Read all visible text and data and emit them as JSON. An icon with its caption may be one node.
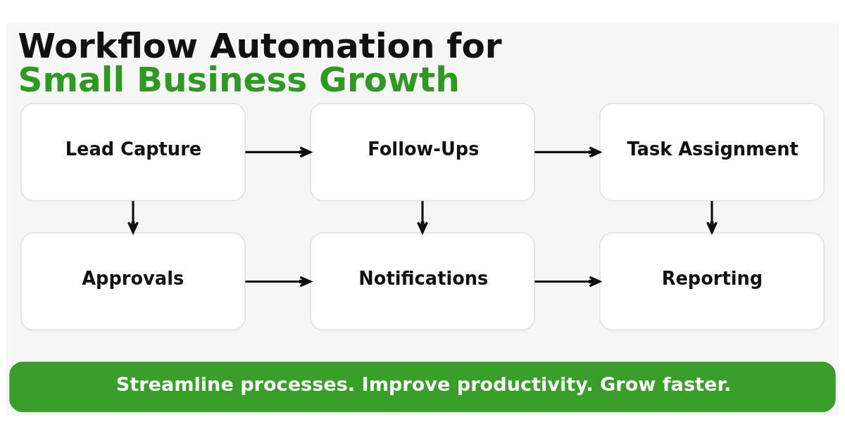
{
  "diagram": {
    "title": "Workflow Automation for Small Business Growth",
    "nodes": [
      {
        "text": [
          "Lead Capture"
        ]
      },
      {
        "text": [
          "Follow-Ups"
        ]
      },
      {
        "text": [
          "Task Assignment"
        ]
      },
      {
        "text": [
          "Approvals"
        ]
      },
      {
        "text": [
          "Notifications"
        ]
      },
      {
        "text": [
          "Reporting"
        ]
      },
      {
        "text": [
          "Streamline processes. Improve productivity. Grow faster."
        ]
      }
    ],
    "edges": [
      {
        "from": 0,
        "to": 1,
        "arrow": "to"
      },
      {
        "from": 1,
        "to": 2,
        "arrow": "to"
      },
      {
        "from": 0,
        "to": 3,
        "arrow": "to"
      },
      {
        "from": 1,
        "to": 4,
        "arrow": "to"
      },
      {
        "from": 2,
        "to": 5,
        "arrow": "to"
      },
      {
        "from": 3,
        "to": 4,
        "arrow": "to"
      },
      {
        "from": 4,
        "to": 5,
        "arrow": "to"
      }
    ]
  }
}
